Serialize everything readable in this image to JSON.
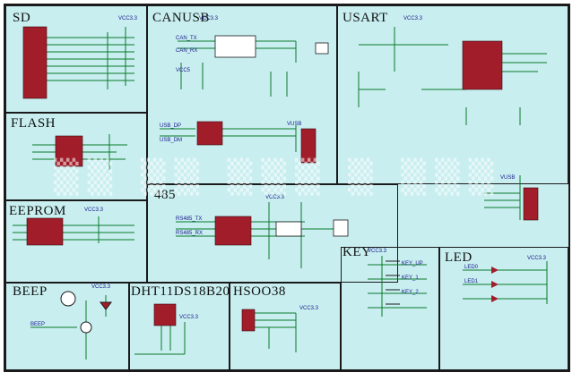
{
  "colors": {
    "background": "#c8eef0",
    "border": "#1a1a1a",
    "ic_fill": "#a11d2a",
    "wire": "#0a7a2a",
    "label": "#1a1a8a",
    "power": "#cc0000"
  },
  "sections": {
    "sd": "SD",
    "canusb": "CANUSB",
    "usart": "USART",
    "flash": "FLASH",
    "eeprom": "EEPROM",
    "rs485": "485",
    "key": "KEY",
    "led": "LED",
    "beep": "BEEP",
    "dht": "DHT11DS18B20",
    "hs": "HSOO38"
  },
  "labels": {
    "vcc": "VCC3.3",
    "vcc5": "VCC5",
    "vusb": "VUSB",
    "can_tx": "CAN_TX",
    "can_rx": "CAN_RX",
    "rs485_tx": "RS485_TX",
    "rs485_rx": "RS485_RX",
    "usb_dp": "USB_DP",
    "usb_dm": "USB_DM",
    "beep": "BEEP",
    "key_up": "KEY_UP",
    "key1": "KEY_1",
    "key2": "KEY_2",
    "led0": "LED0",
    "led1": "LED1"
  }
}
